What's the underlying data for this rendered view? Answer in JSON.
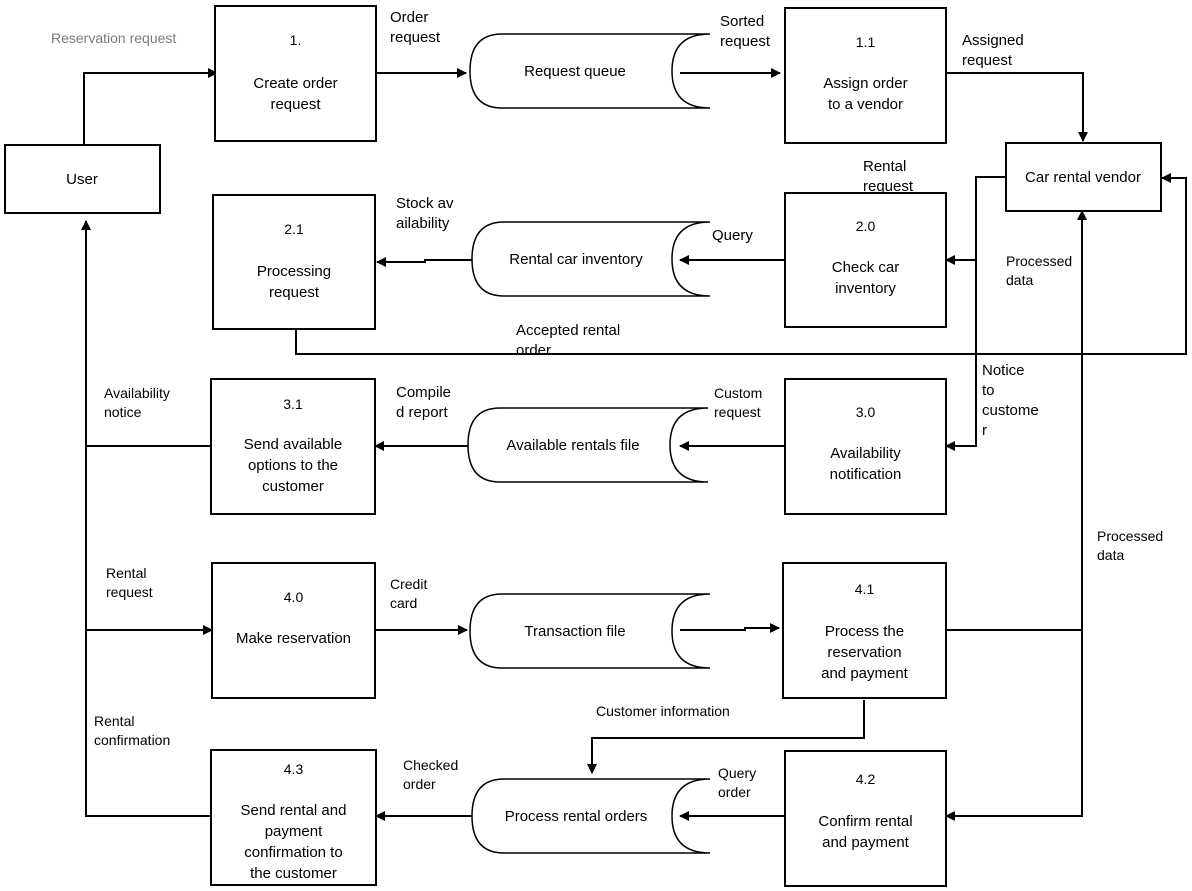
{
  "entities": {
    "user": "User",
    "vendor": "Car rental vendor"
  },
  "processes": {
    "p1": {
      "id": "1.",
      "name": [
        "Create order",
        "request"
      ]
    },
    "p11": {
      "id": "1.1",
      "name": [
        "Assign order",
        "to a vendor"
      ]
    },
    "p20": {
      "id": "2.0",
      "name": [
        "Check car",
        "inventory"
      ]
    },
    "p21": {
      "id": "2.1",
      "name": [
        "Processing",
        "request"
      ]
    },
    "p30": {
      "id": "3.0",
      "name": [
        "Availability",
        "notification"
      ]
    },
    "p31": {
      "id": "3.1",
      "name": [
        "Send available",
        "options to the",
        "customer"
      ]
    },
    "p40": {
      "id": "4.0",
      "name": [
        "Make reservation"
      ]
    },
    "p41": {
      "id": "4.1",
      "name": [
        "Process the",
        "reservation",
        "and payment"
      ]
    },
    "p42": {
      "id": "4.2",
      "name": [
        "Confirm rental",
        "and payment"
      ]
    },
    "p43": {
      "id": "4.3",
      "name": [
        "Send rental and",
        "payment",
        "confirmation to",
        "the customer"
      ]
    }
  },
  "stores": {
    "request_queue": "Request queue",
    "inventory": "Rental car inventory",
    "available_rentals": "Available rentals file",
    "transaction": "Transaction file",
    "rental_orders": "Process rental orders"
  },
  "flows": {
    "reservation_request": [
      "Reservation request"
    ],
    "order_request": [
      "Order",
      "request"
    ],
    "sorted_request": [
      "Sorted",
      "request"
    ],
    "assigned_request": [
      "Assigned",
      "request"
    ],
    "rental_request_vendor": [
      "Rental",
      "request"
    ],
    "stock_availability": [
      "Stock av",
      "ailability"
    ],
    "query": [
      "Query"
    ],
    "processed_data_top": [
      "Processed",
      "data"
    ],
    "accepted_rental_order": [
      "Accepted rental",
      "order"
    ],
    "notice_to_customer": [
      "Notice",
      "to",
      "custome",
      "r"
    ],
    "availability_notice": [
      "Availability",
      "notice"
    ],
    "compiled_report": [
      "Compile",
      "d report"
    ],
    "custom_request": [
      "Custom",
      "request"
    ],
    "processed_data_right": [
      "Processed",
      "data"
    ],
    "rental_request_user": [
      "Rental",
      "request"
    ],
    "credit_card": [
      "Credit",
      "card"
    ],
    "customer_information": [
      "Customer information"
    ],
    "rental_confirmation": [
      "Rental",
      "confirmation"
    ],
    "checked_order": [
      "Checked",
      "order"
    ],
    "query_order": [
      "Query",
      "order"
    ]
  }
}
